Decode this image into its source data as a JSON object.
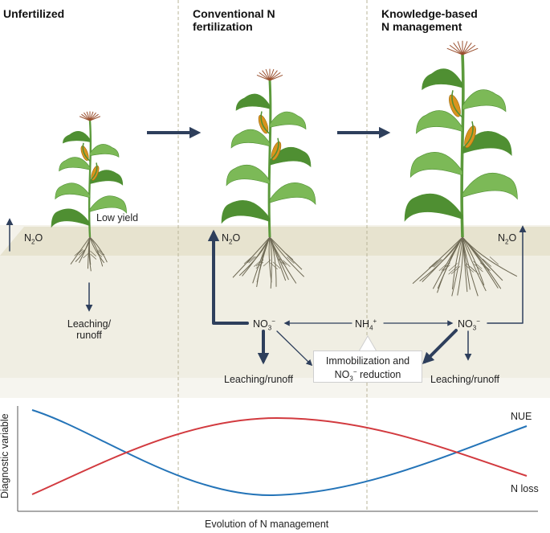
{
  "panels": {
    "unfertilized": {
      "title": "Unfertilized"
    },
    "conventional": {
      "title_line1": "Conventional N",
      "title_line2": "fertilization"
    },
    "knowledge": {
      "title_line1": "Knowledge-based",
      "title_line2": "N management"
    }
  },
  "labels": {
    "low_yield": "Low yield",
    "n2o": "N",
    "n2o_sub": "2",
    "n2o_tail": "O",
    "no3": "NO",
    "no3_sub": "3",
    "no3_sup": "−",
    "nh4": "NH",
    "nh4_sub": "4",
    "nh4_sup": "+",
    "leaching_runoff": "Leaching/runoff",
    "leaching_line1": "Leaching/",
    "leaching_line2": "runoff",
    "immob_line1": "Immobilization and",
    "immob_line2_tail": " reduction"
  },
  "chart": {
    "ylabel": "Diagnostic variable",
    "xlabel": "Evolution of N management",
    "series": [
      {
        "name": "NUE",
        "color": "#2474b8"
      },
      {
        "name": "N loss",
        "color": "#d23a3f"
      }
    ]
  },
  "colors": {
    "arrow": "#2e3f5c",
    "soil": "#efede2",
    "soil_edge": "#dcd8c3",
    "root": "#6f6a55",
    "stem": "#5c9a3c",
    "leaf": "#7cb957",
    "leaf_dark": "#4f8f32",
    "cob": "#d9941e",
    "tassel": "#9a4f2e",
    "divider": "#b9b49a"
  }
}
